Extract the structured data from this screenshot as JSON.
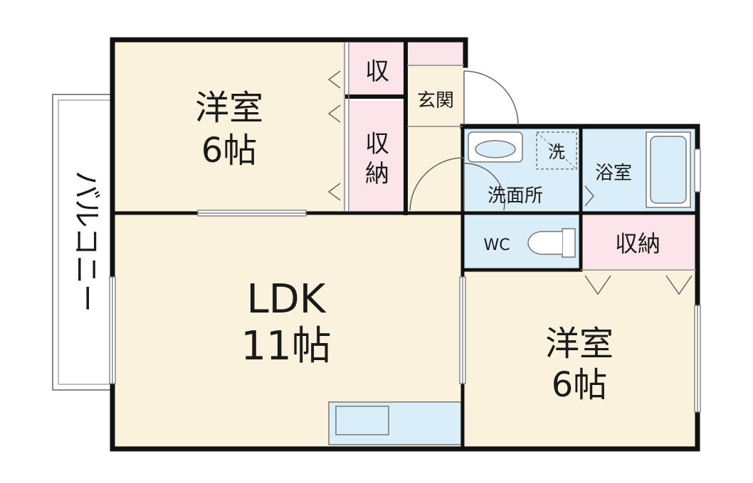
{
  "colors": {
    "room_floor": "#faf2dc",
    "storage": "#fbe4ea",
    "wet_area": "#d9eef8",
    "wall": "#111111",
    "balcony_line": "#888888"
  },
  "rooms": {
    "western_room_1": {
      "name": "洋室",
      "size": "6帖"
    },
    "storage_small": {
      "name": "収"
    },
    "storage_closet_1": {
      "line1": "収",
      "line2": "納"
    },
    "entrance": {
      "name": "玄関"
    },
    "ldk": {
      "name": "LDK",
      "size": "11帖"
    },
    "washroom": {
      "name": "洗面所"
    },
    "washing_machine": {
      "name": "洗"
    },
    "bathroom": {
      "name": "浴室"
    },
    "toilet": {
      "name": "WC"
    },
    "storage_closet_2": {
      "name": "収納"
    },
    "western_room_2": {
      "name": "洋室",
      "size": "6帖"
    },
    "balcony": {
      "name": "バルコニー"
    }
  }
}
